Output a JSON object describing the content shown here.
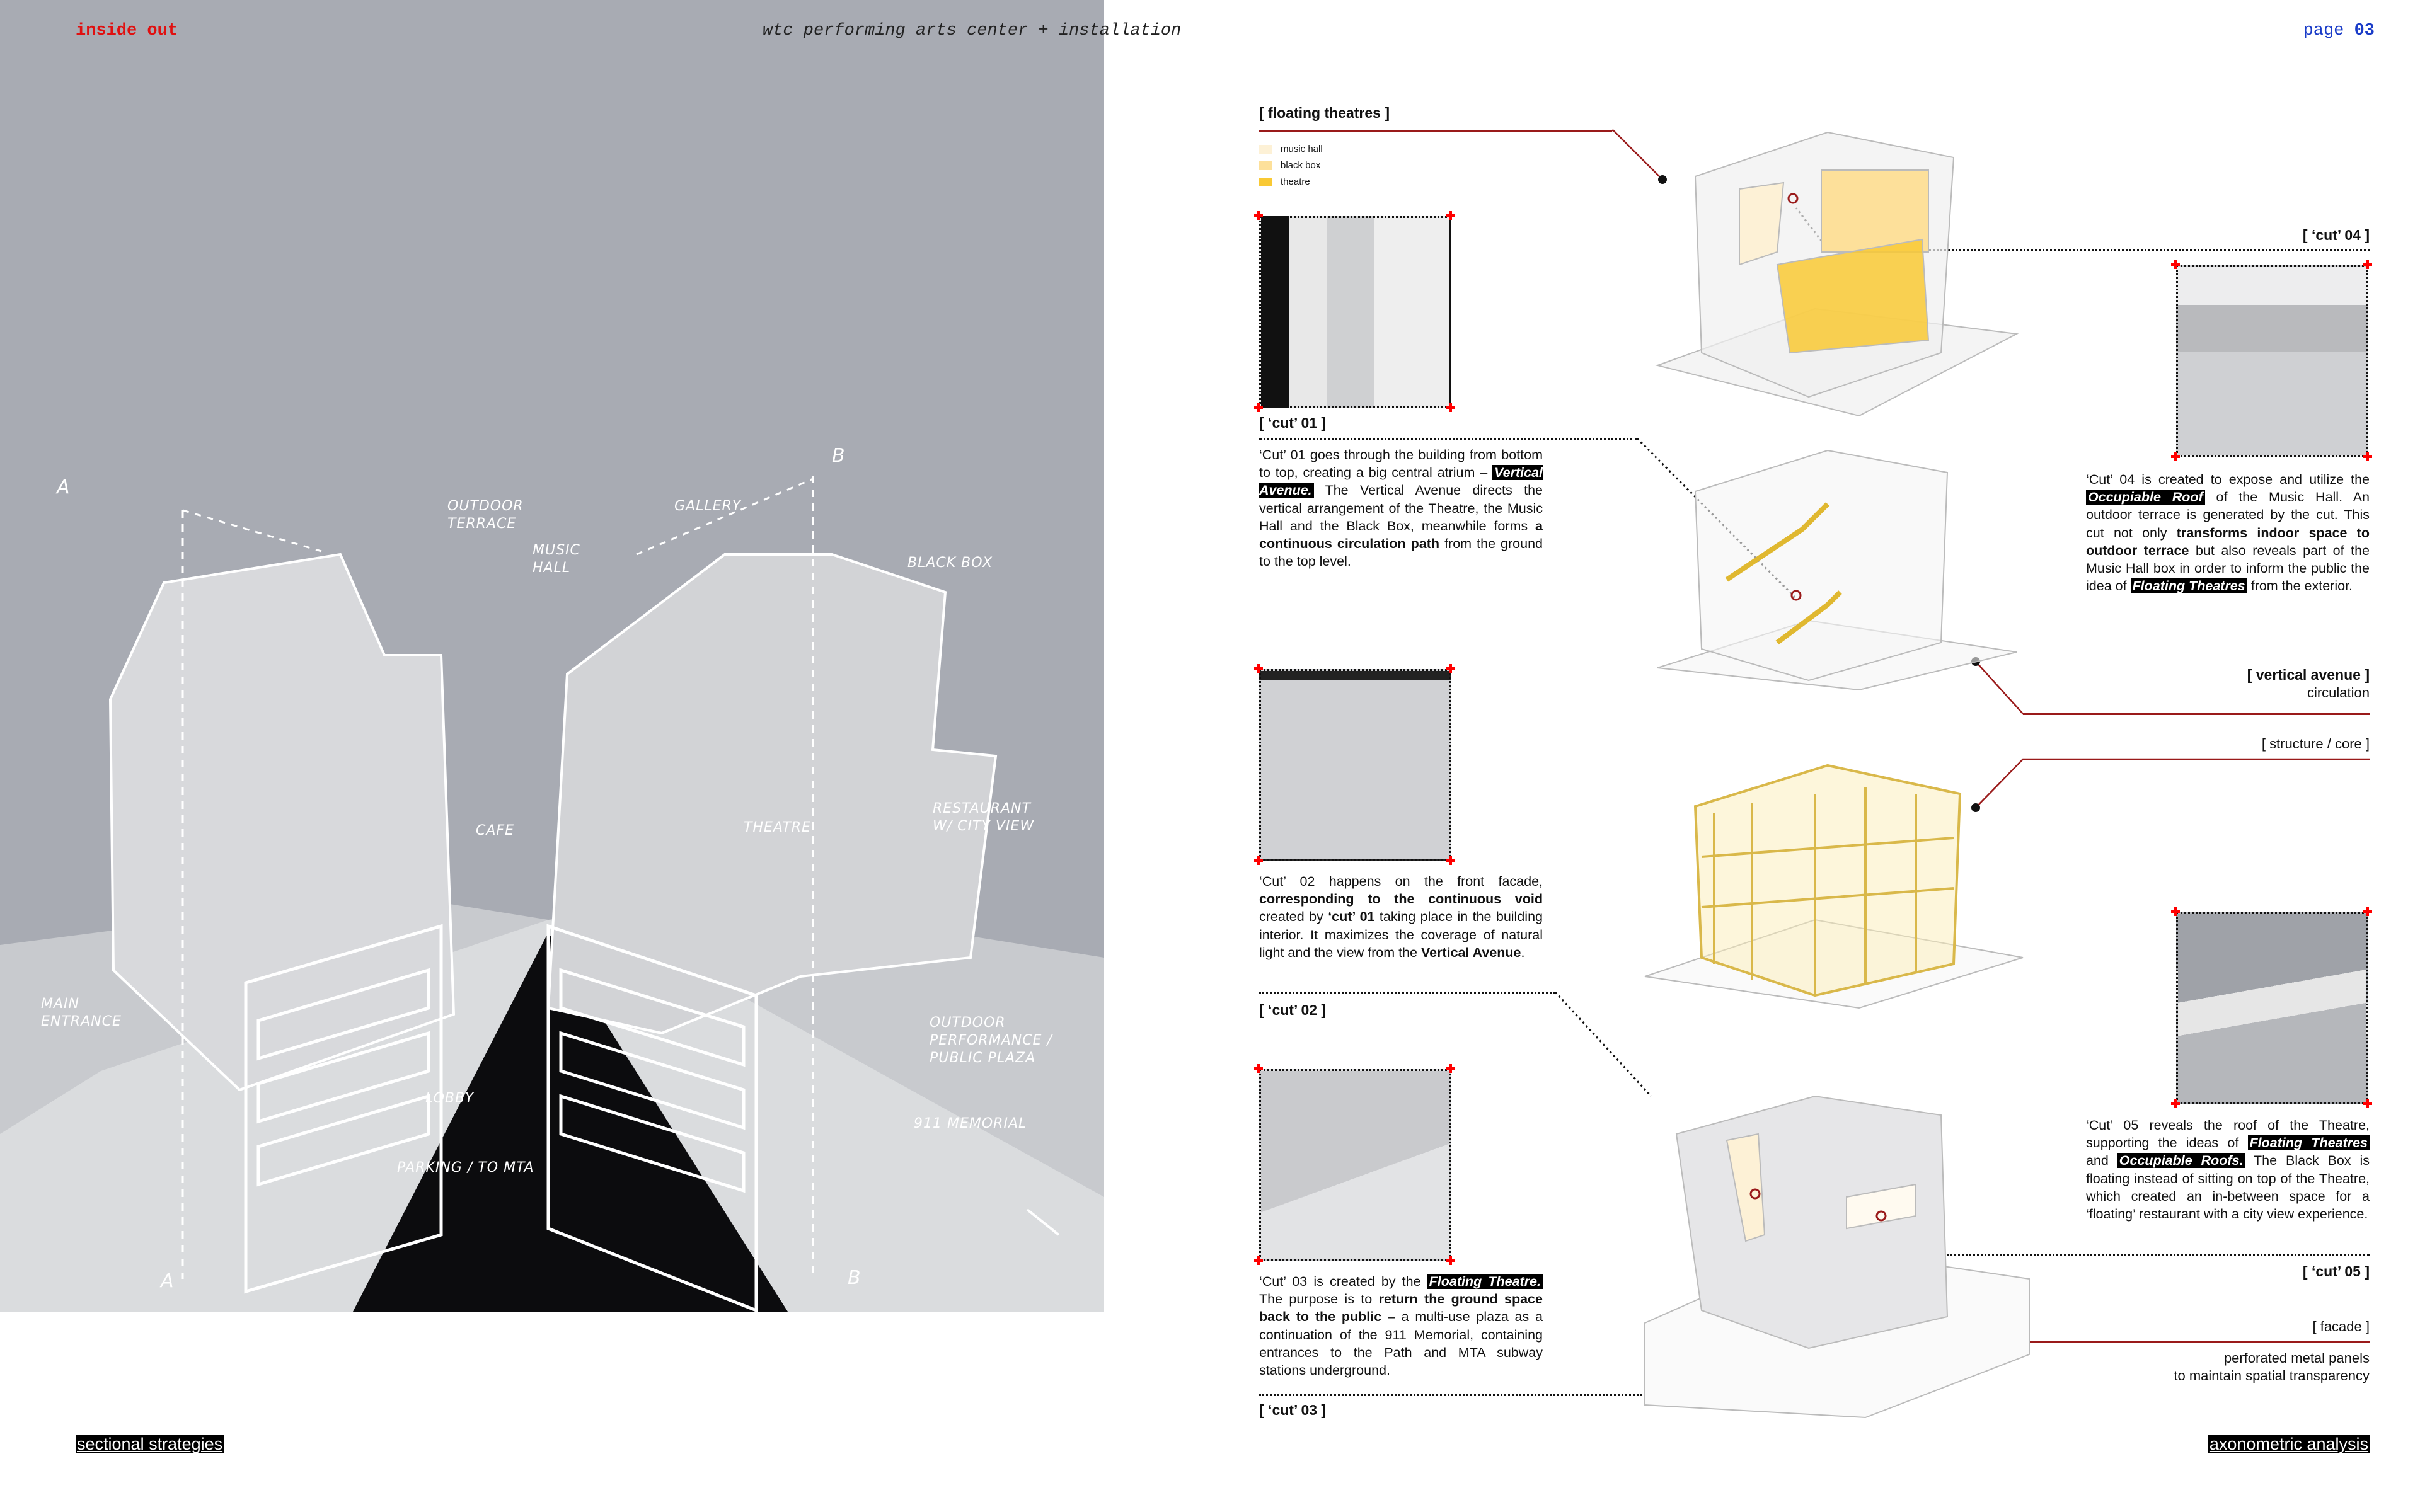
{
  "header": {
    "brand": "inside out",
    "title": "wtc performing arts center + installation",
    "page_label": "page",
    "page_number": "03"
  },
  "footer": {
    "left": "sectional strategies",
    "right": "axonometric analysis"
  },
  "photo": {
    "annotations": {
      "a_top": "A",
      "b_top": "B",
      "a_bottom": "A",
      "b_bottom": "B",
      "outdoor_terrace": "OUTDOOR TERRACE",
      "music_hall": "MUSIC HALL",
      "gallery": "GALLERY",
      "black_box": "BLACK BOX",
      "cafe": "CAFE",
      "theatre": "THEATRE",
      "restaurant": "RESTAURANT W/ CITY VIEW",
      "main_entrance": "MAIN ENTRANCE",
      "lobby": "LOBBY",
      "parking": "PARKING / TO MTA",
      "plaza": "OUTDOOR PERFORMANCE / PUBLIC PLAZA",
      "memorial": "911 MEMORIAL"
    }
  },
  "floating": {
    "heading": "[ floating theatres ]",
    "legend": [
      {
        "label": "music hall",
        "color": "#fdf1d6"
      },
      {
        "label": "black box",
        "color": "#fde09a"
      },
      {
        "label": "theatre",
        "color": "#f9c934"
      }
    ]
  },
  "cuts": {
    "c01": {
      "label": "[ ‘cut’ 01 ]",
      "text": [
        {
          "t": "‘Cut’ 01 goes through the building from bottom to top, creating a big central atrium – ",
          "s": "n"
        },
        {
          "t": "Vertical Avenue.",
          "s": "hl"
        },
        {
          "t": " The Vertical Avenue directs the vertical arrangement of the Theatre, the Music Hall and the Black Box, meanwhile forms ",
          "s": "n"
        },
        {
          "t": "a continuous circulation path",
          "s": "b"
        },
        {
          "t": " from the ground to the top level.",
          "s": "n"
        }
      ]
    },
    "c02": {
      "label": "[ ‘cut’ 02 ]",
      "text": [
        {
          "t": "‘Cut’ 02 happens on the front facade, ",
          "s": "n"
        },
        {
          "t": "corresponding to the continuous void",
          "s": "b"
        },
        {
          "t": " created by ",
          "s": "n"
        },
        {
          "t": "‘cut’ 01",
          "s": "b"
        },
        {
          "t": " taking place in the building interior. It maximizes the coverage of natural light and the view from the ",
          "s": "n"
        },
        {
          "t": "Vertical Avenue",
          "s": "b"
        },
        {
          "t": ".",
          "s": "n"
        }
      ]
    },
    "c03": {
      "label": "[ ‘cut’ 03 ]",
      "text": [
        {
          "t": "‘Cut’ 03 is created by the ",
          "s": "n"
        },
        {
          "t": "Floating Theatre.",
          "s": "hl"
        },
        {
          "t": " The purpose is to ",
          "s": "n"
        },
        {
          "t": "return the ground space back to the public",
          "s": "b"
        },
        {
          "t": " – a multi-use plaza as a continuation of the 911 Memorial, containing entrances to the Path and MTA subway stations underground.",
          "s": "n"
        }
      ]
    },
    "c04": {
      "label": "[ ‘cut’ 04 ]",
      "text": [
        {
          "t": "‘Cut’ 04 is created to expose and utilize the ",
          "s": "n"
        },
        {
          "t": "Occupiable Roof",
          "s": "hl"
        },
        {
          "t": " of the Music Hall. An outdoor terrace is generated by the cut. This cut not only ",
          "s": "n"
        },
        {
          "t": "transforms indoor space to outdoor terrace",
          "s": "b"
        },
        {
          "t": " but also reveals part of the Music Hall box in order to inform the public the idea of ",
          "s": "n"
        },
        {
          "t": "Floating Theatres",
          "s": "hl"
        },
        {
          "t": " from the exterior.",
          "s": "n"
        }
      ]
    },
    "c05": {
      "label": "[ ‘cut’ 05 ]",
      "text": [
        {
          "t": "‘Cut’ 05 reveals the roof of the Theatre, supporting the ideas of ",
          "s": "n"
        },
        {
          "t": "Floating Theatres",
          "s": "hl"
        },
        {
          "t": " and ",
          "s": "n"
        },
        {
          "t": "Occupiable Roofs.",
          "s": "hl"
        },
        {
          "t": " The Black Box is floating instead of sitting on top of the Theatre, which created an in-between space for a ‘floating’ restaurant with a city view experience.",
          "s": "n"
        }
      ]
    }
  },
  "vertical": {
    "heading": "[ vertical avenue ]",
    "sub": "circulation"
  },
  "structure": {
    "heading": "[ structure / core ]"
  },
  "facade": {
    "heading": "[ facade ]",
    "sub1": "perforated metal panels",
    "sub2": "to maintain spatial transparency"
  },
  "colors": {
    "accent": "#e01010",
    "page": "#1a3cc8",
    "line": "#9a1a1a",
    "yellow": "#f9c934"
  }
}
